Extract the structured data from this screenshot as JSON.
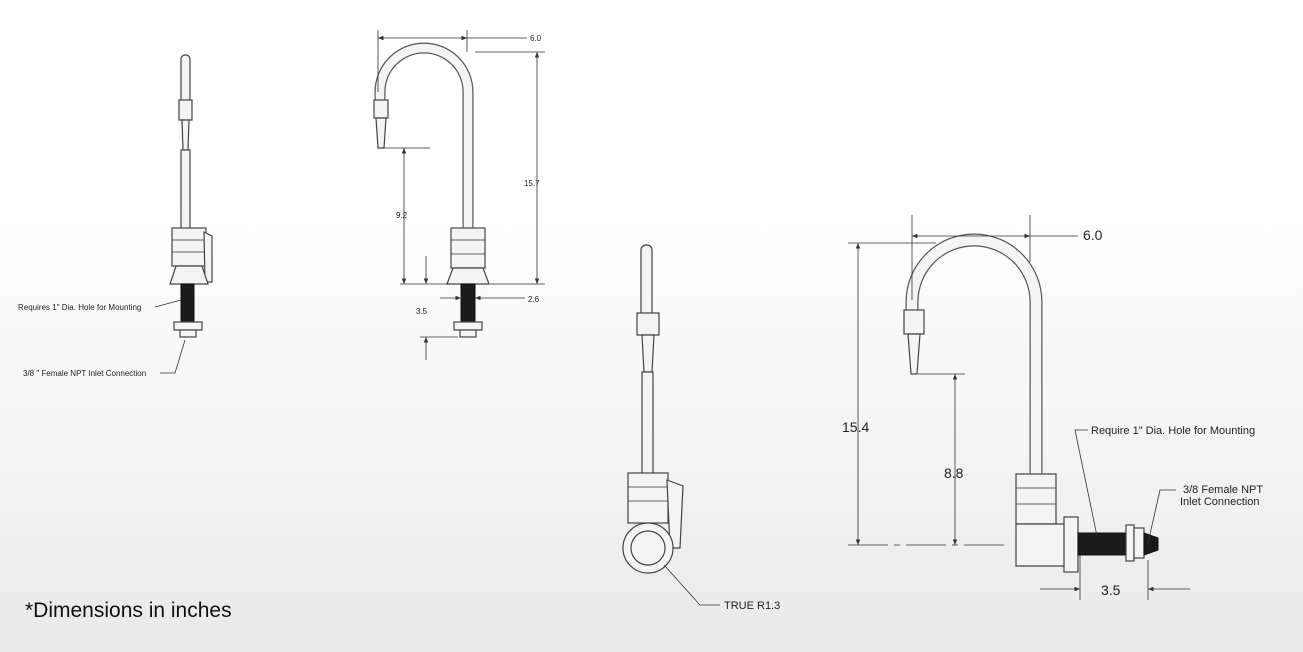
{
  "note": "*Dimensions in inches",
  "view1": {
    "mount_hole": "Requires 1\" Dia. Hole for Mounting",
    "inlet": "3/8 \" Female NPT Inlet Connection"
  },
  "view2": {
    "width": "6.0",
    "height": "15.7",
    "spout_clearance": "9.2",
    "shank_length": "3.5",
    "base_dia": "2.6"
  },
  "view3": {
    "radius": "TRUE R1.3"
  },
  "view4": {
    "width": "6.0",
    "height": "15.4",
    "spout_clearance": "8.8",
    "mount_hole": "Require 1\" Dia. Hole for Mounting",
    "inlet_line1": "3/8 Female NPT",
    "inlet_line2": "Inlet Connection",
    "shank_length": "3.5"
  }
}
